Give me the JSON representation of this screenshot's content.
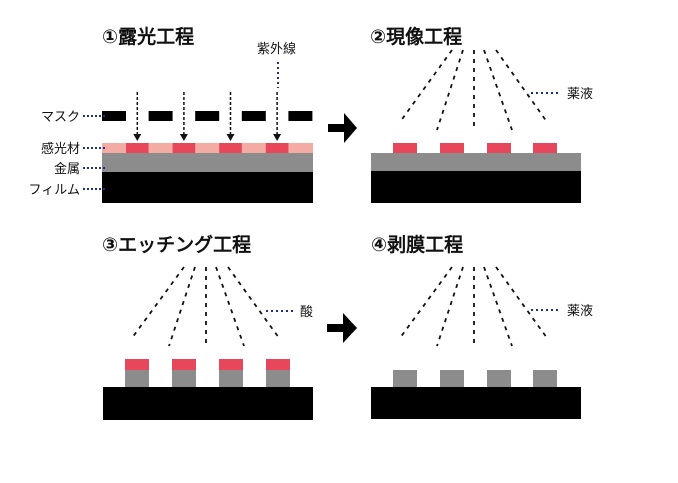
{
  "colors": {
    "resist_unexposed": "#F4ABA4",
    "resist_exposed": "#E8465A",
    "metal": "#8C8C8C",
    "film": "#000000",
    "leader": "#1C2F8C",
    "ink": "#111111"
  },
  "panels": [
    {
      "id": "exposure",
      "title": "①露光工程",
      "side_labels": [
        "マスク",
        "感光材",
        "金属",
        "フィルム"
      ],
      "source_label": "紫外線",
      "mask_bars": 5,
      "exposed_regions": 4
    },
    {
      "id": "development",
      "title": "②現像工程",
      "spray_label": "薬液",
      "resist_blocks": 4
    },
    {
      "id": "etching",
      "title": "③エッチング工程",
      "spray_label": "酸",
      "pillars": 4
    },
    {
      "id": "stripping",
      "title": "④剥膜工程",
      "spray_label": "薬液",
      "pillars": 4
    }
  ]
}
